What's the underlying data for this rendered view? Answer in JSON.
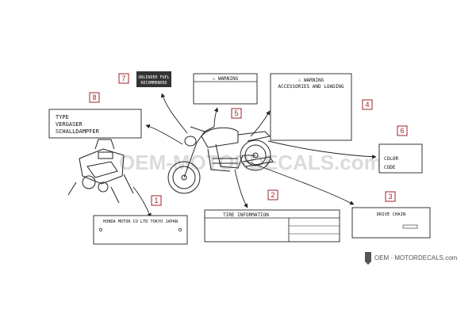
{
  "callouts": [
    {
      "num": "1",
      "lines": [
        "HONDA MOTOR CO  LTD TOKYO JAPAN"
      ]
    },
    {
      "num": "2",
      "lines": [
        "TIRE INFORMATION"
      ]
    },
    {
      "num": "3",
      "lines": [
        "DRIVE CHAIN"
      ]
    },
    {
      "num": "4",
      "lines": [
        "⚠ WARNING",
        "ACCESSORIES AND LOADING"
      ]
    },
    {
      "num": "5",
      "lines": [
        "⚠ WARNING"
      ]
    },
    {
      "num": "6",
      "lines": [
        "COLOR",
        "CODE"
      ]
    },
    {
      "num": "7",
      "lines": [
        "UNLEADED FUEL",
        "RECOMMENDED"
      ]
    },
    {
      "num": "8",
      "lines": [
        "TYPE",
        "VERGASER",
        "SCHALLDAMPFER"
      ]
    }
  ],
  "watermark": "OEM-MOTORDECALS.com",
  "site_logo_text": "OEM - MOTORDECALS.com",
  "colors": {
    "accent": "#a0202a",
    "line": "#222222"
  }
}
